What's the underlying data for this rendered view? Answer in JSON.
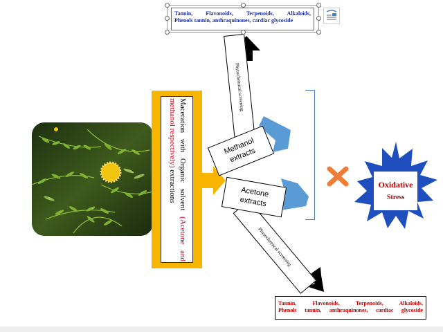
{
  "maceration": {
    "text_before": "Maceration with Organic solvent ",
    "text_red": "(Acetone and methanol respectively)",
    "text_after": " extractions"
  },
  "extracts": {
    "methanol": "Methanol extracts",
    "acetone": "Acetone extracts"
  },
  "screening": {
    "top": "Phytochemical screening",
    "bottom": "Phytochemical screening"
  },
  "results": {
    "top_line1": "Tannin, Flavonoids, Terpenoids, Alkaloids,",
    "top_line2": "Phenols tannin, anthraquinones, cardiac glycoside",
    "bottom_line1": "Tannin, Flavonoids, Terpenoids, Alkaloids,",
    "bottom_line2": "Phenols tannin, anthraquinones, cardiac glycoside"
  },
  "oxidative": {
    "line1": "Oxidative",
    "line2": "Stress"
  },
  "icons": {
    "plant": "mimosa-plant-photo",
    "cross": "cross-icon",
    "star": "starburst-icon",
    "layout": "layout-options-icon"
  },
  "colors": {
    "yellow": "#f7b500",
    "blue_arrow": "#5a9bd5",
    "cross": "#ef7d35",
    "star": "#1f4fbf",
    "red_text": "#c00000",
    "blue_text": "#1c2f9c"
  }
}
